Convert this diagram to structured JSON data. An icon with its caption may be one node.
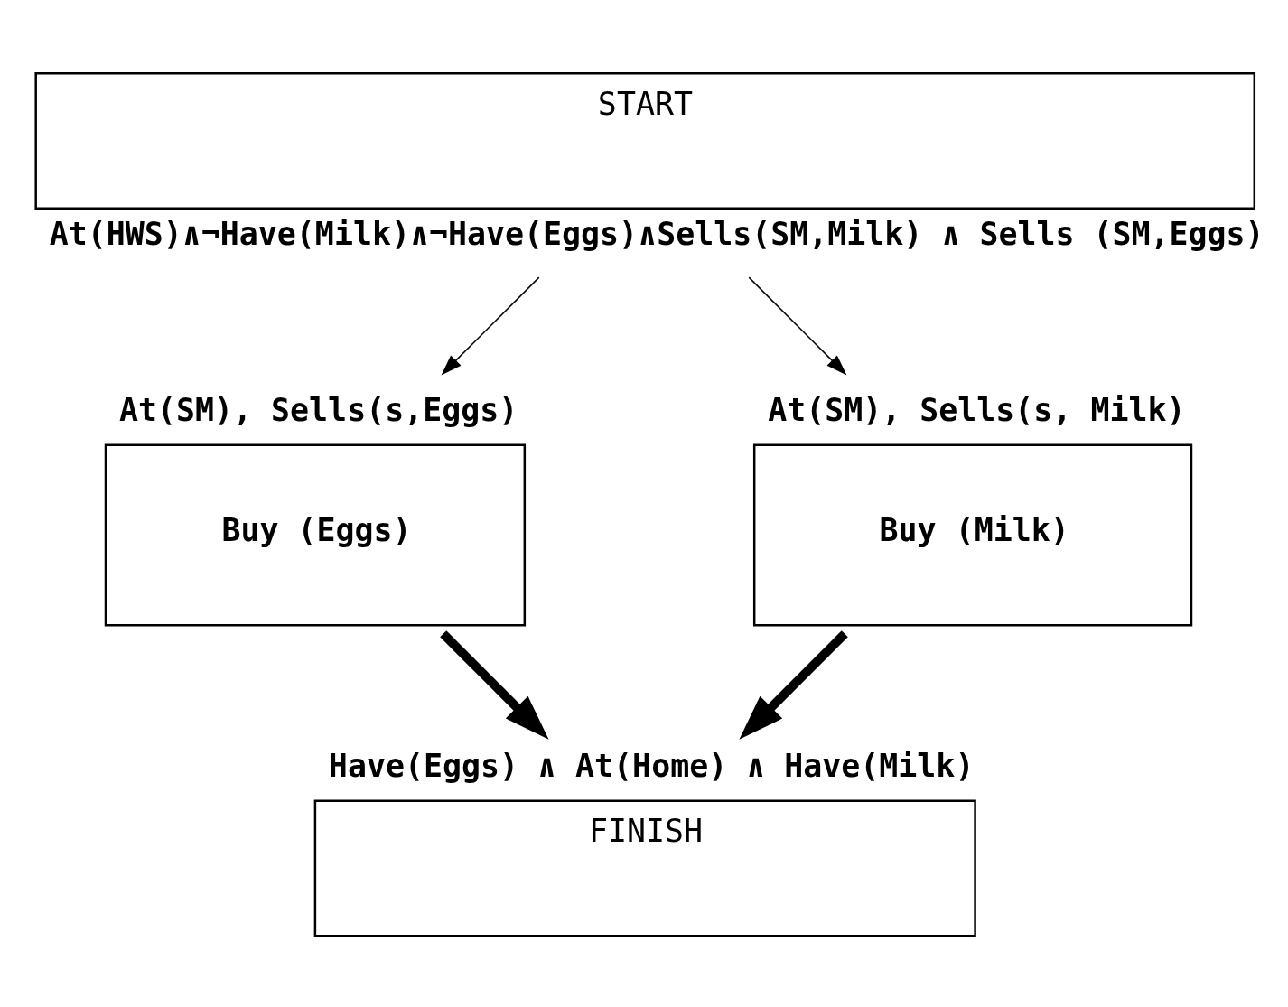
{
  "diagram": {
    "nodes": [
      {
        "text": [
          "START"
        ],
        "beside": [
          "At(HWS)∧¬Have(Milk)∧¬Have(Eggs)∧Sells(SM,Milk) ∧ Sells (SM,Eggs)"
        ]
      },
      {
        "text": [
          "Buy (Eggs)"
        ],
        "beside": [
          "At(SM), Sells(s,Eggs)"
        ]
      },
      {
        "text": [
          "Buy (Milk)"
        ],
        "beside": [
          "At(SM), Sells(s, Milk)"
        ]
      },
      {
        "text": [
          "FINISH"
        ],
        "beside": [
          "Have(Eggs) ∧ At(Home) ∧ Have(Milk)"
        ]
      }
    ],
    "edges": [
      {
        "from": 0,
        "to": 1,
        "arrow": "to"
      },
      {
        "from": 0,
        "to": 2,
        "arrow": "to"
      },
      {
        "from": 1,
        "to": 3,
        "arrow": "to",
        "style": "thick"
      },
      {
        "from": 2,
        "to": 3,
        "arrow": "to",
        "style": "thick"
      }
    ]
  }
}
